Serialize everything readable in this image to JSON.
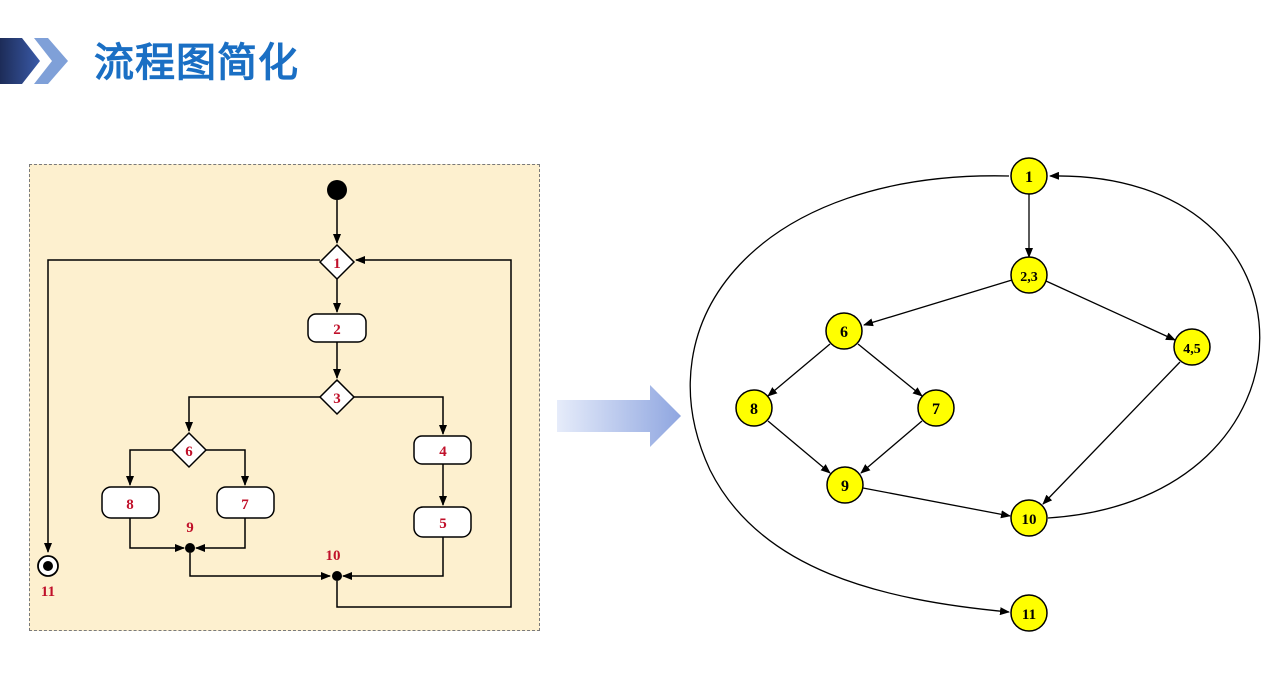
{
  "title": "流程图简化",
  "flowchart": {
    "nodes": {
      "n1": "1",
      "n2": "2",
      "n3": "3",
      "n4": "4",
      "n5": "5",
      "n6": "6",
      "n7": "7",
      "n8": "8",
      "n9": "9",
      "n10": "10",
      "n11": "11"
    }
  },
  "flowgraph": {
    "nodes": {
      "g1": "1",
      "g23": "2,3",
      "g45": "4,5",
      "g6": "6",
      "g7": "7",
      "g8": "8",
      "g9": "9",
      "g10": "10",
      "g11": "11"
    },
    "node_color": "#ffff00"
  },
  "colors": {
    "title": "#1a6fc4",
    "panel": "#fdf0cf",
    "label_red": "#c0102a"
  }
}
